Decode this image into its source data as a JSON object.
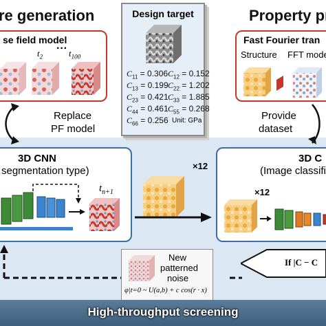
{
  "left_section": {
    "title_fragment": "re generation",
    "model_box_title": "se field model",
    "time_labels": [
      "t",
      "2",
      "t",
      "100"
    ],
    "dots": "···"
  },
  "design_target": {
    "title": "Design target",
    "constants": [
      {
        "name": "C",
        "sub": "11",
        "value": "= 0.306"
      },
      {
        "name": "C",
        "sub": "12",
        "value": "= 0.152"
      },
      {
        "name": "C",
        "sub": "13",
        "value": "= 0.199"
      },
      {
        "name": "C",
        "sub": "22",
        "value": "= 1.202"
      },
      {
        "name": "C",
        "sub": "23",
        "value": "= 0.421"
      },
      {
        "name": "C",
        "sub": "33",
        "value": "= 1.885"
      },
      {
        "name": "C",
        "sub": "44",
        "value": "= 0.461"
      },
      {
        "name": "C",
        "sub": "55",
        "value": "= 0.268"
      },
      {
        "name": "C",
        "sub": "66",
        "value": "= 0.256"
      }
    ],
    "unit": "Unit: GPa"
  },
  "right_section": {
    "title_fragment": "Property pr",
    "fft_box_title": "Fast Fourier tran",
    "structure_label": "Structure",
    "fft_model_label": "FFT mode"
  },
  "arrows": {
    "replace_line1": "Replace",
    "replace_line2": "PF model",
    "provide_line1": "Provide",
    "provide_line2": "dataset"
  },
  "cnn_left": {
    "title": "3D CNN",
    "subtitle": "segmentation type)",
    "t_label": "t",
    "t_sub": "n+1"
  },
  "middle": {
    "times_label": "×12"
  },
  "cnn_right": {
    "title": "3D C",
    "subtitle": "(Image classifi",
    "times_label": "×12"
  },
  "noise_box": {
    "line1": "New",
    "line2": "patterned",
    "line3": "noise",
    "formula": "φ|t=0 ~ U(a,b) + c cos(r · x)"
  },
  "condition_box": {
    "text": "If |C − C"
  },
  "banner": {
    "text": "High-throughput screening"
  },
  "colors": {
    "red_border": "#c0392b",
    "blue_border": "#3a6ea5",
    "band": "#dbe7f3",
    "layer_green": "#3d8b37",
    "layer_blue": "#3b84d0",
    "layer_orange": "#e07b22",
    "layer_red": "#c0392b",
    "structure": "#f1b64f"
  }
}
